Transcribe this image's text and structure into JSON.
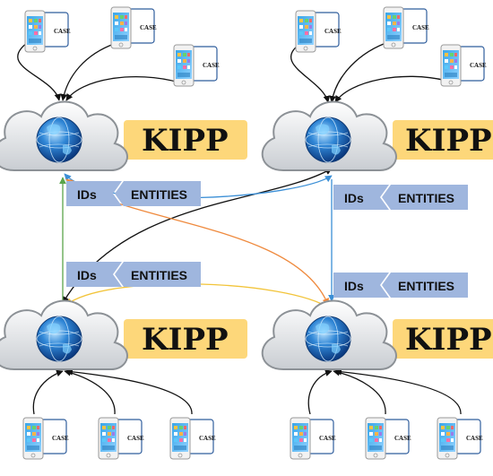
{
  "node_label": "KIPP",
  "device_label": "CASE",
  "tag": {
    "ids": "IDs",
    "entities": "ENTITIES"
  },
  "colors": {
    "kipp_box": "#fdd77a",
    "tag_fill": "#9fb6de",
    "arrow_green": "#5aa54b",
    "arrow_blue": "#3b8fd6",
    "arrow_orange": "#ef8a3e",
    "arrow_yellow": "#f2c43a",
    "arrow_black": "#111111"
  },
  "nodes": [
    {
      "id": "top-left",
      "label": "KIPP"
    },
    {
      "id": "top-right",
      "label": "KIPP"
    },
    {
      "id": "bottom-left",
      "label": "KIPP"
    },
    {
      "id": "bottom-right",
      "label": "KIPP"
    }
  ]
}
